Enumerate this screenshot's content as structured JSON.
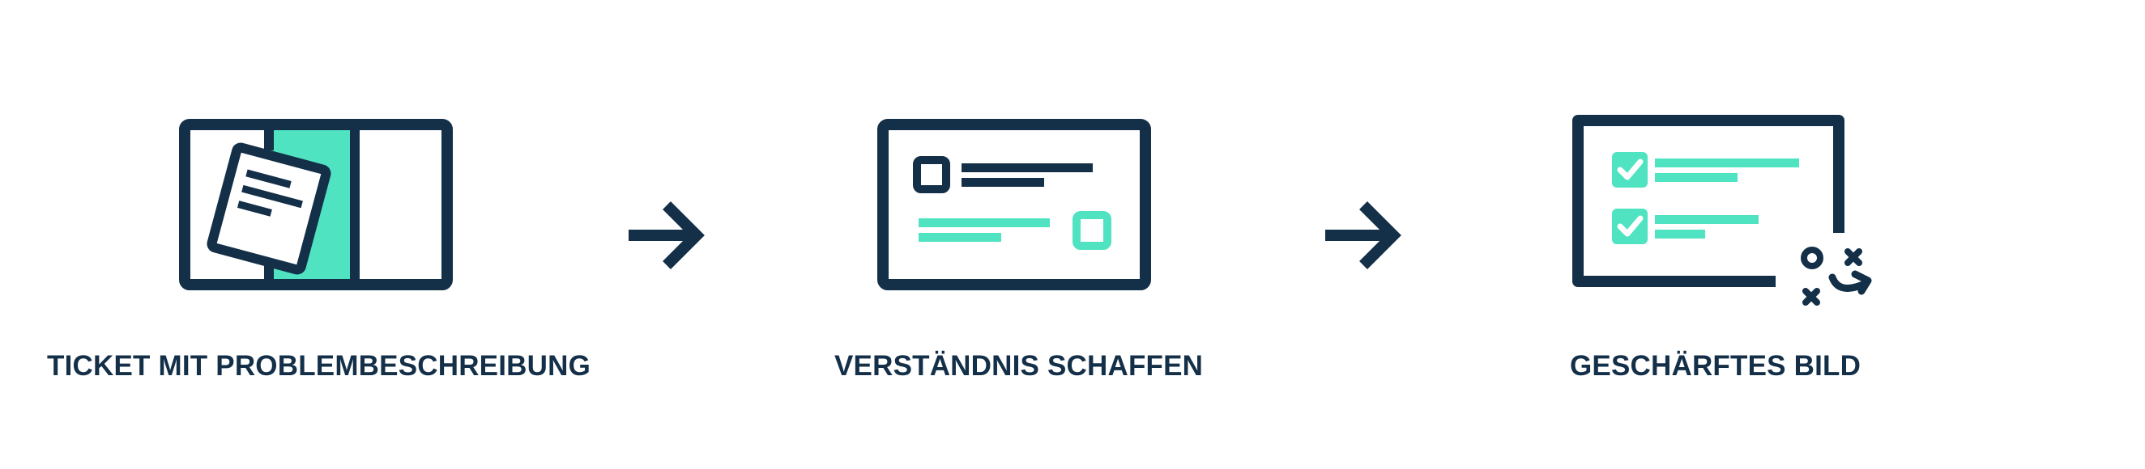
{
  "colors": {
    "navy": "#142f48",
    "mint": "#50e3c2",
    "background": "#ffffff"
  },
  "steps": [
    {
      "label": "TICKET MIT PROBLEMBESCHREIBUNG",
      "icon": "ticket-document-icon"
    },
    {
      "label": "VERSTÄNDNIS SCHAFFEN",
      "icon": "understanding-window-icon"
    },
    {
      "label": "GESCHÄRFTES BILD",
      "icon": "checklist-strategy-icon"
    }
  ],
  "connectors": [
    {
      "icon": "arrow-right-icon"
    },
    {
      "icon": "arrow-right-icon"
    }
  ]
}
